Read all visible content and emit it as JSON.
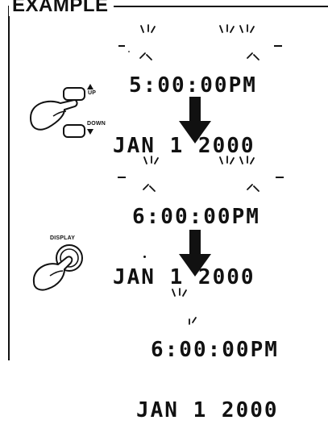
{
  "title": "EXAMPLE",
  "displays": [
    {
      "time": "5:00:00PM",
      "date": "JAN 1 2000"
    },
    {
      "time": "6:00:00PM",
      "date": "JAN 1 2000"
    },
    {
      "time": "6:00:00PM",
      "date": "JAN 1 2000"
    }
  ],
  "buttons": {
    "up_label": "UP",
    "down_label": "DOWN",
    "display_label": "DISPLAY"
  },
  "icons": {
    "hand_up": "hand-pressing-up-button",
    "hand_display": "hand-pressing-display-button",
    "arrow": "down-arrow",
    "flash": "flashing-marks"
  },
  "colors": {
    "ink": "#111111",
    "paper": "#ffffff"
  }
}
